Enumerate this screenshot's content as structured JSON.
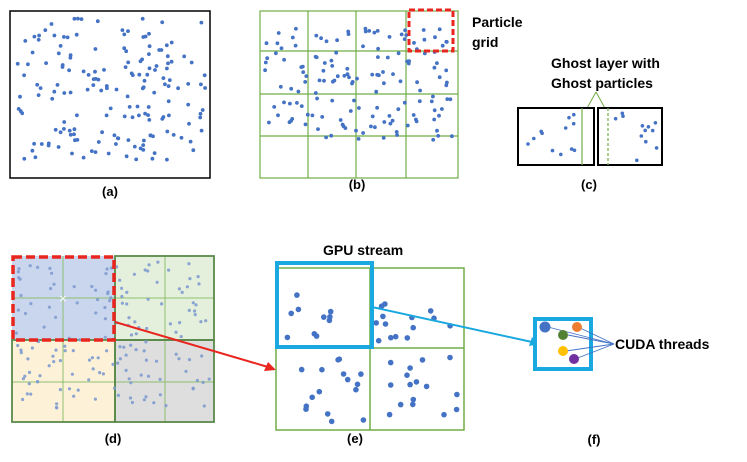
{
  "panels": {
    "a": {
      "caption": "(a)"
    },
    "b": {
      "caption": "(b)",
      "annotation_line1": "Particle",
      "annotation_line2": "grid"
    },
    "c": {
      "caption": "(c)",
      "annotation_line1": "Ghost layer with",
      "annotation_line2": "Ghost particles"
    },
    "d": {
      "caption": "(d)"
    },
    "e": {
      "caption": "(e)",
      "annotation": "GPU stream"
    },
    "f": {
      "caption": "(f)",
      "annotation": "CUDA threads"
    }
  },
  "colors": {
    "particle": "#4472c4",
    "grid_line": "#70ad47",
    "highlight_red": "#e8261f",
    "gpu_cyan": "#1aa8e0",
    "cell_blue": "#c9d6ee",
    "cell_green": "#e4efdc",
    "cell_yellow": "#fdf2d8",
    "cell_gray": "#dedede",
    "thread_orange": "#ed7d31",
    "thread_green": "#548235",
    "thread_yellow": "#ffc000",
    "thread_purple": "#7030a0"
  },
  "cuda_threads": [
    "blue",
    "green",
    "orange",
    "yellow",
    "purple"
  ]
}
